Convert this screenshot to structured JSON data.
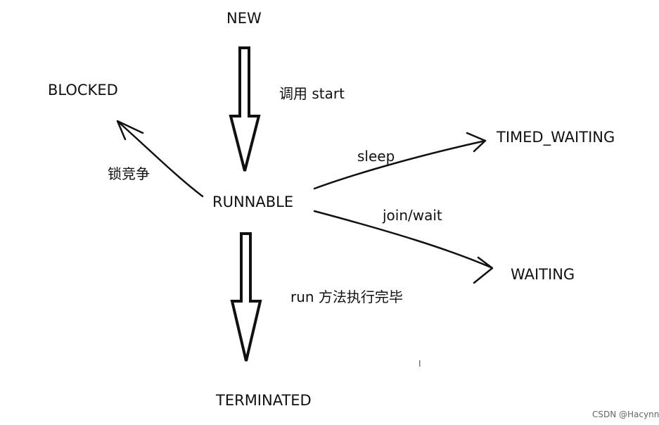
{
  "states": {
    "new": "NEW",
    "blocked": "BLOCKED",
    "runnable": "RUNNABLE",
    "timed_waiting": "TIMED_WAITING",
    "waiting": "WAITING",
    "terminated": "TERMINATED"
  },
  "transitions": {
    "start": "调用 start",
    "lock": "锁竞争",
    "sleep": "sleep",
    "join_wait": "join/wait",
    "run_done": "run 方法执行完毕"
  },
  "cursor_glyph": "I",
  "watermark": "CSDN @Hacynn",
  "colors": {
    "stroke": "#111111",
    "background": "#ffffff"
  }
}
